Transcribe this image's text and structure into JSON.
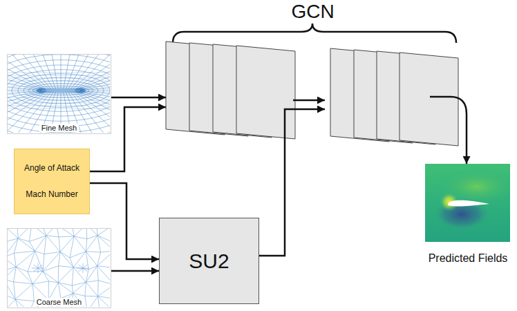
{
  "diagram": {
    "nodes": [
      {
        "text": [
          "Fine Mesh"
        ]
      },
      {
        "text": [
          "Angle of Attack",
          "Mach Number"
        ]
      },
      {
        "text": [
          "Coarse Mesh"
        ]
      },
      {
        "text": [
          "GCN"
        ]
      },
      {
        "text": [
          "SU2"
        ]
      },
      {
        "text": [
          "Predicted Fields"
        ]
      }
    ],
    "edges": [
      {
        "from": 0,
        "to": 3,
        "arrow": "to"
      },
      {
        "from": 1,
        "to": 3,
        "arrow": "to"
      },
      {
        "from": 1,
        "to": 4,
        "arrow": "to"
      },
      {
        "from": 2,
        "to": 4,
        "arrow": "to"
      },
      {
        "from": 4,
        "to": 3,
        "arrow": "to"
      },
      {
        "from": 3,
        "to": 5,
        "arrow": "to"
      }
    ]
  }
}
